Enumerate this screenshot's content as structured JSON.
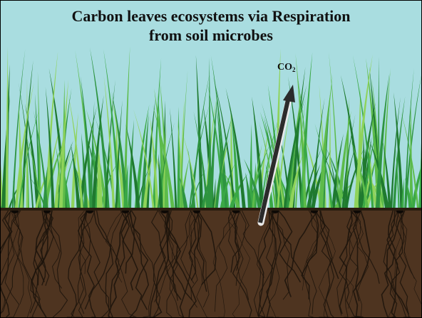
{
  "title": {
    "line1": "Carbon leaves ecosystems via Respiration",
    "line2": "from soil microbes"
  },
  "flux_label": {
    "base": "CO",
    "subscript": "2"
  },
  "colors": {
    "sky": "#a9dde0",
    "soil": "#4e3420",
    "grass_dark": "#1f7a2f",
    "grass_mid": "#3aa845",
    "grass_light": "#8fd35a",
    "roots": "#1c140c",
    "arrow": "#2b2b2b"
  },
  "icons": {
    "arrow": "upward-arrow-icon"
  }
}
